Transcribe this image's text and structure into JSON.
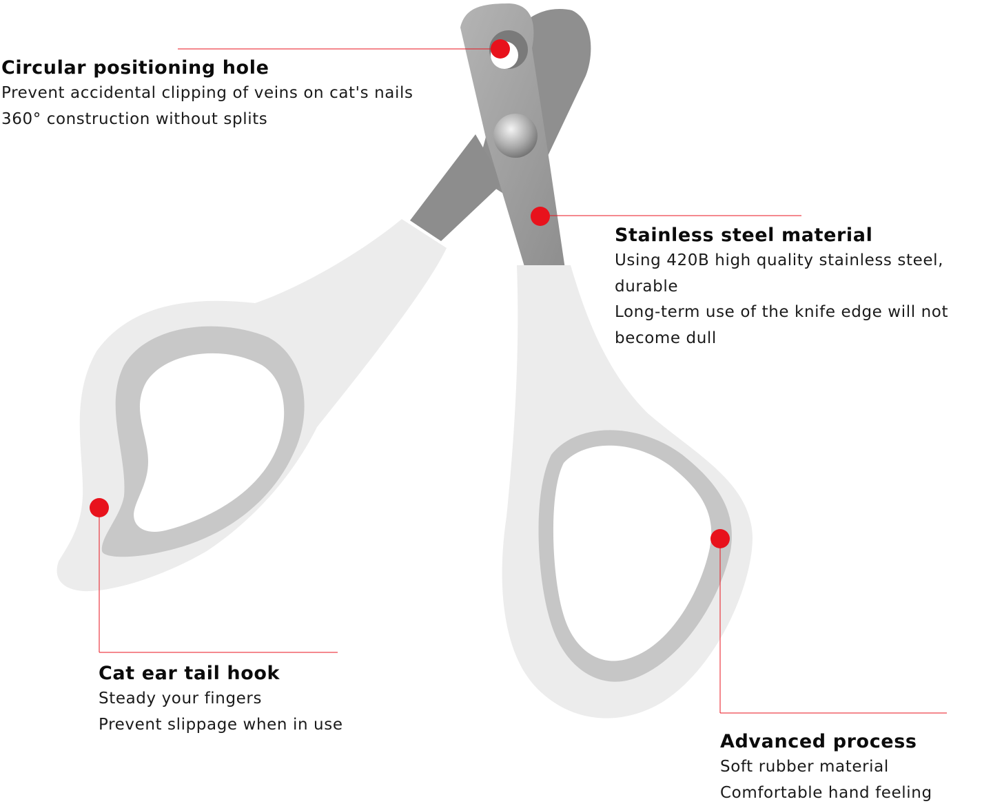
{
  "colors": {
    "accent": "#e8121c",
    "handle": "#ebebeb",
    "grip": "#c9c9c9",
    "steel": "#9c9c9c"
  },
  "callouts": [
    {
      "title": "Circular positioning hole",
      "lines": [
        "Prevent accidental clipping of veins on cat's nails",
        "360° construction without splits"
      ]
    },
    {
      "title": "Stainless steel material",
      "lines": [
        "Using 420B high quality stainless steel,",
        "durable",
        "Long-term use of the knife edge will not",
        "become dull"
      ]
    },
    {
      "title": "Cat ear tail hook",
      "lines": [
        "Steady your fingers",
        "Prevent slippage when in use"
      ]
    },
    {
      "title": "Advanced process",
      "lines": [
        "Soft rubber material",
        "Comfortable hand feeling"
      ]
    }
  ]
}
